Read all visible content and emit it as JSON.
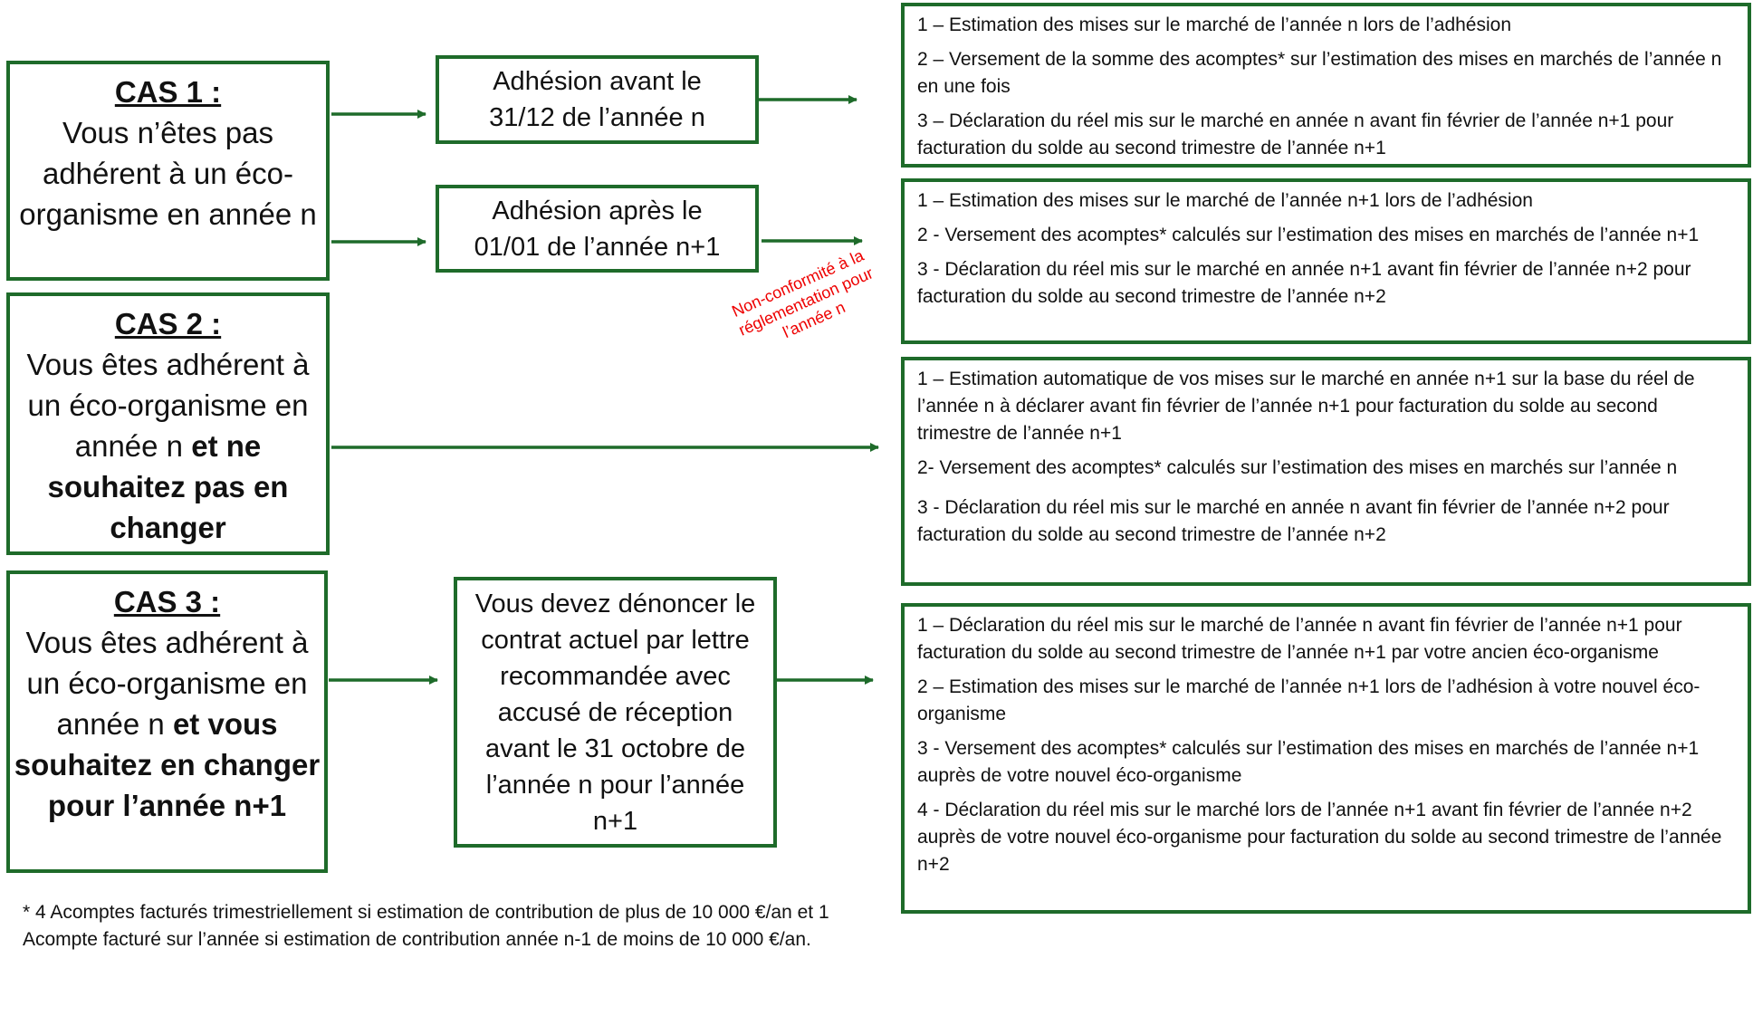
{
  "cases": [
    {
      "title": "CAS 1 :",
      "text": "Vous n’êtes pas adhérent à un éco-organisme en année n",
      "bold": ""
    },
    {
      "title": "CAS 2 :",
      "text": "Vous êtes adhérent à un éco-organisme en année n",
      "bold": "et ne souhaitez pas en changer"
    },
    {
      "title": "CAS 3 :",
      "text": "Vous êtes adhérent à un éco-organisme en année n",
      "bold": "et vous souhaitez en changer pour l’année n+1"
    }
  ],
  "middle": {
    "adhesion_before": "Adhésion avant le 31/12 de l’année n",
    "adhesion_after": "Adhésion après le 01/01 de l’année n+1",
    "denounce": "Vous devez dénoncer le contrat actuel par lettre recommandée avec accusé de réception avant le 31 octobre de l’année n pour l’année n+1"
  },
  "warning": "Non-conformité à la réglementation pour l’année n",
  "steps": [
    [
      "1 – Estimation des mises sur le marché de l’année n lors de l’adhésion",
      "2 – Versement de la somme des acomptes* sur l’estimation des mises en marchés de l’année n en une fois",
      "3 – Déclaration du réel mis sur le marché en année n avant fin février de l’année n+1 pour facturation du solde au second trimestre de l’année n+1"
    ],
    [
      "1 – Estimation des mises sur le marché de l’année n+1 lors de l’adhésion",
      "2 - Versement des acomptes* calculés sur l’estimation des mises en marchés de l’année n+1",
      "3 - Déclaration du réel mis sur le marché en année n+1 avant fin février de l’année n+2 pour facturation du solde au second trimestre de l’année n+2"
    ],
    [
      "1 – Estimation automatique de vos mises sur le marché en année n+1 sur la base du réel de l’année n à déclarer avant fin février de l’année n+1 pour facturation du solde au second trimestre de l’année n+1",
      "2- Versement des acomptes* calculés sur l’estimation des mises en marchés sur l’année n",
      "3 - Déclaration du réel mis sur le marché en année n avant fin février de l’année n+2 pour facturation du solde au second trimestre de l’année n+2"
    ],
    [
      "1 – Déclaration du réel mis sur le marché de l’année n avant fin février de l’année n+1 pour facturation du solde au second trimestre de l’année n+1 par votre ancien éco-organisme",
      "2 – Estimation des mises sur le marché de l’année n+1 lors de l’adhésion à votre nouvel éco-organisme",
      "3 - Versement des acomptes* calculés sur l’estimation des mises en marchés de l’année n+1 auprès de votre nouvel éco-organisme",
      "4 - Déclaration du réel mis sur le marché lors de l’année n+1 avant fin février de l’année n+2 auprès de votre nouvel éco-organisme pour facturation du solde au second trimestre de l’année n+2"
    ]
  ],
  "footnote": "* 4 Acomptes facturés trimestriellement si estimation de contribution de plus de 10 000 €/an et 1 Acompte facturé sur l’année si estimation de contribution année n-1 de moins de 10 000 €/an.",
  "colors": {
    "border": "#1e6b2a",
    "warning": "#ee0000"
  }
}
